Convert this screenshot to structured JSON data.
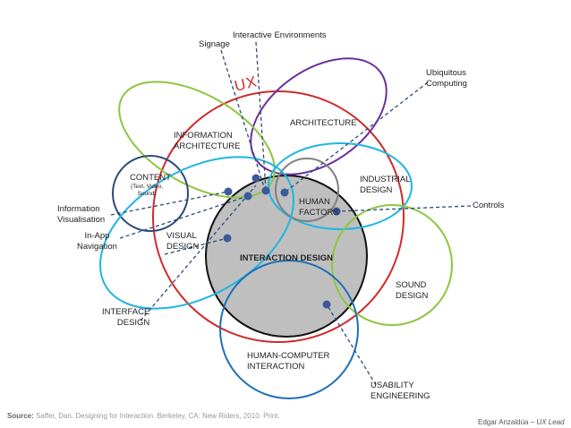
{
  "title": "UX",
  "labels": {
    "interactive_environments": "Interactive Environments",
    "signage": "Signage",
    "ubiquitous": "Ubiquitous\nComputing",
    "architecture": "ARCHITECTURE",
    "information_architecture": "INFORMATION\nARCHITECTURE",
    "content": "CONTENT",
    "content_sub": "(Text, Video,\nSound)",
    "industrial_design": "INDUSTRIAL\nDESIGN",
    "human_factors": "HUMAN\nFACTORS",
    "controls": "Controls",
    "information_visualisation": "Information\nVisualisation",
    "in_app_navigation": "In-App\nNavigation",
    "visual_design": "VISUAL\nDESIGN",
    "interaction_design": "INTERACTION DESIGN",
    "sound_design": "SOUND\nDESIGN",
    "interface_design": "INTERFACE\nDESIGN",
    "hci": "HUMAN-COMPUTER\nINTERACTION",
    "usability_engineering": "USABILITY\nENGINEERING"
  },
  "source": {
    "prefix": "Source:",
    "text": "Saffer, Dan. Designing for Interaction. Berkeley, CA: New Riders, 2010. Print."
  },
  "credit": {
    "name": "Edgar Anzaldúa –",
    "role": "UX Lead"
  },
  "colors": {
    "ux": "#cf2b2b",
    "architecture": "#6b2f9e",
    "information_architecture": "#8dc63f",
    "content": "#2c4a7a",
    "industrial_design": "#1fb6e0",
    "human_factors": "#808080",
    "interaction_design_fill": "#bfbfbf",
    "sound_design": "#8dc63f",
    "interface_design": "#1fb6e0",
    "hci": "#1e6fb8",
    "connector": "#2c4a7a",
    "dot": "#3a5a9a"
  }
}
